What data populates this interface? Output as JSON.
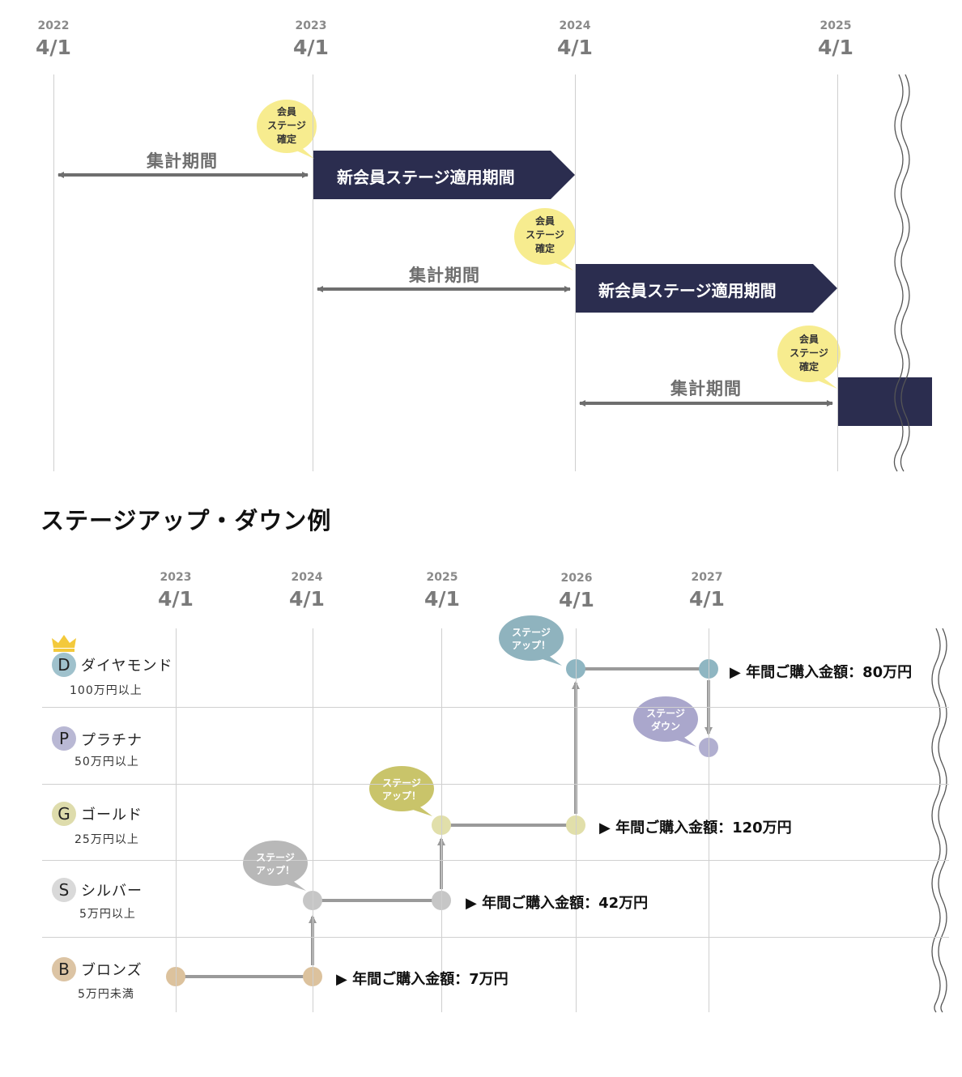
{
  "timeline1": {
    "years": [
      "2022",
      "2023",
      "2024",
      "2025"
    ],
    "dates": [
      "4/1",
      "4/1",
      "4/1",
      "4/1"
    ],
    "period_label": "集計期間",
    "apply_label": "新会員ステージ適用期間",
    "confirm_bubble": "会員\nステージ\n確定"
  },
  "section_title": "ステージアップ・ダウン例",
  "timeline2": {
    "years": [
      "2023",
      "2024",
      "2025",
      "2026",
      "2027"
    ],
    "dates": [
      "4/1",
      "4/1",
      "4/1",
      "4/1",
      "4/1"
    ]
  },
  "stages": [
    {
      "letter": "D",
      "name": "ダイヤモンド",
      "condition": "100万円以上",
      "color": "#9fc1cc"
    },
    {
      "letter": "P",
      "name": "プラチナ",
      "condition": "50万円以上",
      "color": "#b9b8d4"
    },
    {
      "letter": "G",
      "name": "ゴールド",
      "condition": "25万円以上",
      "color": "#dedcac"
    },
    {
      "letter": "S",
      "name": "シルバー",
      "condition": "5万円以上",
      "color": "#d9d9d9"
    },
    {
      "letter": "B",
      "name": "ブロンズ",
      "condition": "5万円未満",
      "color": "#dcc4a4"
    }
  ],
  "amounts": [
    "▶ 年間ご購入金額：80万円",
    "▶ 年間ご購入金額：120万円",
    "▶ 年間ご購入金額：42万円",
    "▶ 年間ご購入金額：7万円"
  ],
  "bubbles": {
    "stage_up": "ステージ\nアップ！",
    "stage_down": "ステージ\nダウン"
  },
  "colors": {
    "navy": "#2b2d4f",
    "bubble_yellow": "#f7ec8f",
    "arrow_gray": "#6e6e6e",
    "path_gray": "#9a9a9a",
    "diamond_dot": "#8fb6c2",
    "platinum_dot": "#b1afd0",
    "gold_dot": "#e1dfaa",
    "silver_dot": "#c6c6c6",
    "bronze_dot": "#dcc29d",
    "up_bubble_blue": "#8fb3be",
    "up_bubble_gold": "#c9c46a",
    "up_bubble_silver": "#b8b8b8",
    "down_bubble": "#aaa7cc",
    "crown": "#f3c93b"
  }
}
